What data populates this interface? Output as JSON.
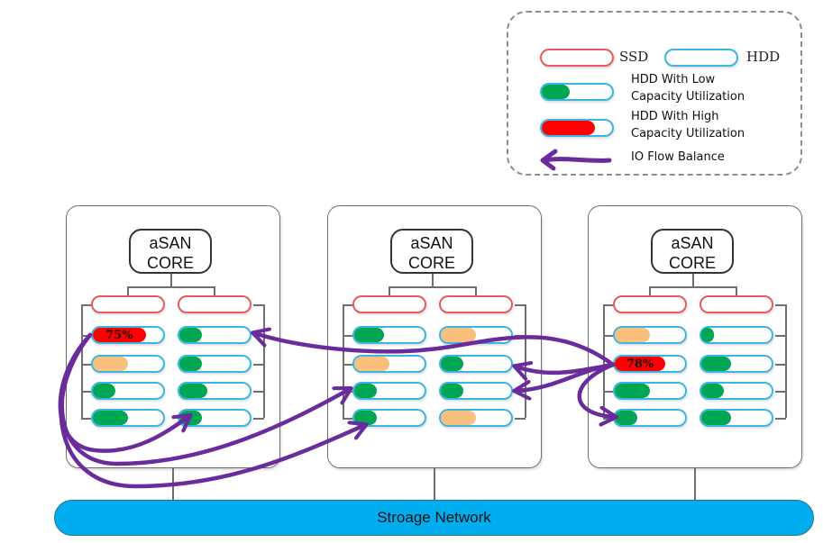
{
  "legend": {
    "ssd_label": "SSD",
    "hdd_label": "HDD",
    "low_label_line1": "HDD With Low",
    "low_label_line2": "Capacity Utilization",
    "high_label_line1": "HDD With High",
    "high_label_line2": "Capacity Utilization",
    "io_label": "IO Flow Balance"
  },
  "colors": {
    "ssd_border": "#e95a5a",
    "hdd_border": "#3bb6e4",
    "low_util": "#00a651",
    "mid_util": "#f9bf7c",
    "high_util": "#ff0000",
    "io_arrow": "#6a2c9c",
    "network": "#00adef"
  },
  "nodes": [
    {
      "core_line1": "aSAN",
      "core_line2": "CORE",
      "left_col": [
        {
          "type": "ssd"
        },
        {
          "type": "hdd",
          "util": "high",
          "fill": 0.75,
          "label": "75%"
        },
        {
          "type": "hdd",
          "util": "mid",
          "fill": 0.5
        },
        {
          "type": "hdd",
          "util": "low",
          "fill": 0.32
        },
        {
          "type": "hdd",
          "util": "low",
          "fill": 0.5
        }
      ],
      "right_col": [
        {
          "type": "ssd"
        },
        {
          "type": "hdd",
          "util": "low",
          "fill": 0.32
        },
        {
          "type": "hdd",
          "util": "low",
          "fill": 0.32
        },
        {
          "type": "hdd",
          "util": "low",
          "fill": 0.4
        },
        {
          "type": "hdd",
          "util": "low",
          "fill": 0.32
        }
      ]
    },
    {
      "core_line1": "aSAN",
      "core_line2": "CORE",
      "left_col": [
        {
          "type": "ssd"
        },
        {
          "type": "hdd",
          "util": "low",
          "fill": 0.42
        },
        {
          "type": "hdd",
          "util": "mid",
          "fill": 0.5
        },
        {
          "type": "hdd",
          "util": "low",
          "fill": 0.32
        },
        {
          "type": "hdd",
          "util": "low",
          "fill": 0.32
        }
      ],
      "right_col": [
        {
          "type": "ssd"
        },
        {
          "type": "hdd",
          "util": "mid",
          "fill": 0.5
        },
        {
          "type": "hdd",
          "util": "low",
          "fill": 0.32
        },
        {
          "type": "hdd",
          "util": "low",
          "fill": 0.32
        },
        {
          "type": "hdd",
          "util": "mid",
          "fill": 0.5
        }
      ]
    },
    {
      "core_line1": "aSAN",
      "core_line2": "CORE",
      "left_col": [
        {
          "type": "ssd"
        },
        {
          "type": "hdd",
          "util": "mid",
          "fill": 0.5
        },
        {
          "type": "hdd",
          "util": "high",
          "fill": 0.72,
          "label": "78%"
        },
        {
          "type": "hdd",
          "util": "low",
          "fill": 0.5
        },
        {
          "type": "hdd",
          "util": "low",
          "fill": 0.32
        }
      ],
      "right_col": [
        {
          "type": "ssd"
        },
        {
          "type": "hdd",
          "util": "low",
          "fill": 0.18
        },
        {
          "type": "hdd",
          "util": "low",
          "fill": 0.42
        },
        {
          "type": "hdd",
          "util": "low",
          "fill": 0.32
        },
        {
          "type": "hdd",
          "util": "low",
          "fill": 0.42
        }
      ]
    }
  ],
  "network_label": "Stroage Network"
}
